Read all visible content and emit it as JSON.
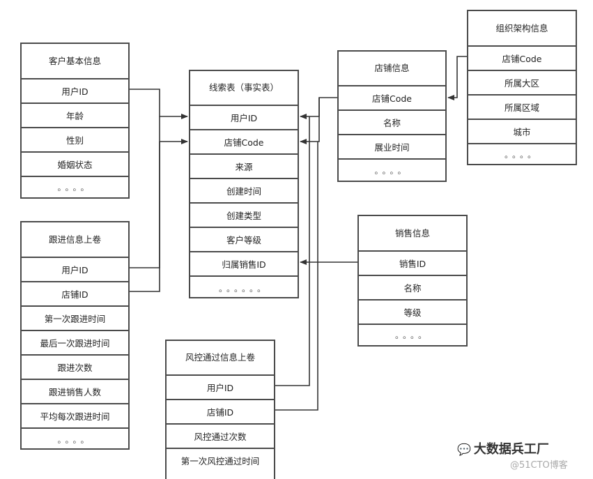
{
  "tables": {
    "customer_basic": {
      "title": "客户基本信息",
      "rows": [
        "用户ID",
        "年龄",
        "性别",
        "婚姻状态"
      ],
      "more": "。。。。"
    },
    "followup": {
      "title": "跟进信息上卷",
      "rows": [
        "用户ID",
        "店铺ID",
        "第一次跟进时间",
        "最后一次跟进时间",
        "跟进次数",
        "跟进销售人数",
        "平均每次跟进时间"
      ],
      "more": "。。。。"
    },
    "leads": {
      "title": "线索表（事实表）",
      "rows": [
        "用户ID",
        "店铺Code",
        "来源",
        "创建时间",
        "创建类型",
        "客户等级",
        "归属销售ID"
      ],
      "more": "。。。。。。"
    },
    "store": {
      "title": "店铺信息",
      "rows": [
        "店铺Code",
        "名称",
        "展业时间"
      ],
      "more": "。。。。"
    },
    "org": {
      "title": "组织架构信息",
      "rows": [
        "店铺Code",
        "所属大区",
        "所属区域",
        "城市"
      ],
      "more": "。。。。"
    },
    "sales": {
      "title": "销售信息",
      "rows": [
        "销售ID",
        "名称",
        "等级"
      ],
      "more": "。。。。"
    },
    "risk": {
      "title": "风控通过信息上卷",
      "rows": [
        "用户ID",
        "店铺ID",
        "风控通过次数",
        "第一次风控通过时间"
      ]
    }
  },
  "watermark": {
    "brand": "大数据兵工厂",
    "sub": "@51CTO博客",
    "icon": "wechat-icon"
  },
  "colors": {
    "border": "#4a4a4a",
    "line": "#333333"
  }
}
